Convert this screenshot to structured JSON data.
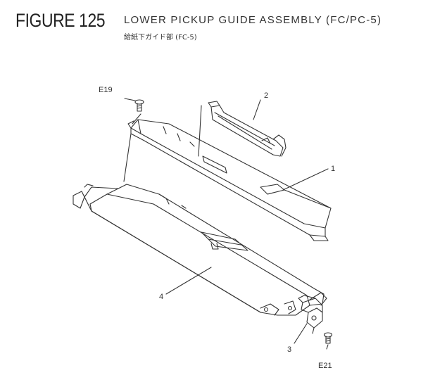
{
  "header": {
    "figure_label": "FIGURE 125",
    "title": "LOWER PICKUP GUIDE ASSEMBLY (FC/PC-5)",
    "subtitle": "給紙下ガイド部 (FC-5)"
  },
  "callouts": {
    "e19": "E19",
    "p1": "1",
    "p2": "2",
    "p3": "3",
    "p4": "4",
    "e21": "E21"
  }
}
